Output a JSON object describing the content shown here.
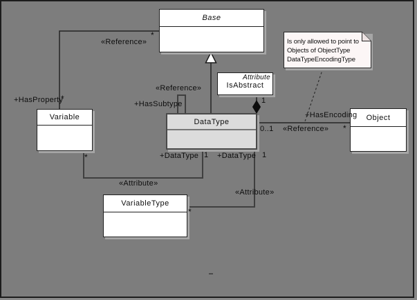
{
  "diagram": {
    "kind": "uml-class-diagram",
    "colors": {
      "background": "#7d7d7d",
      "class_fill": "#ffffff",
      "datatype_fill": "#dcdcdc",
      "note_fill": "#fcf6f6",
      "line": "#262626",
      "shadow": "#a6a6a6"
    }
  },
  "classes": {
    "base": {
      "name": "Base",
      "abstract": true
    },
    "variable": {
      "name": "Variable"
    },
    "datatype": {
      "name": "DataType"
    },
    "object": {
      "name": "Object"
    },
    "variabletype": {
      "name": "VariableType"
    },
    "isabstract": {
      "stereotype": "Attribute",
      "name": "IsAbstract"
    }
  },
  "note": {
    "line1": "Is only allowed to point to",
    "line2": "Objects of ObjectType",
    "line3": "DataTypeEncodingType"
  },
  "stereotypes": {
    "reference": "«Reference»",
    "attribute": "«Attribute»"
  },
  "roles": {
    "has_property": "+HasProperty",
    "has_subtype": "+HasSubtype",
    "has_encoding": "+HasEncoding",
    "data_type": "+DataType"
  },
  "multiplicities": {
    "many": "*",
    "one": "1",
    "zero_or_one": "0..1"
  },
  "relationships": [
    {
      "type": "association",
      "stereotype": "«Reference»",
      "role": "+HasProperty",
      "from": "Base",
      "to": "Variable",
      "from_multiplicity": "*",
      "to_multiplicity": "*"
    },
    {
      "type": "generalization",
      "from": "DataType",
      "to": "Base"
    },
    {
      "type": "association",
      "stereotype": "«Reference»",
      "role": "+HasSubtype",
      "from": "DataType",
      "to": "DataType"
    },
    {
      "type": "composition",
      "from": "DataType",
      "to": "IsAbstract",
      "to_multiplicity": "1"
    },
    {
      "type": "association",
      "stereotype": "«Reference»",
      "role": "+HasEncoding",
      "from": "DataType",
      "to": "Object",
      "from_multiplicity": "0..1",
      "to_multiplicity": "*"
    },
    {
      "type": "association",
      "stereotype": "«Attribute»",
      "role": "+DataType",
      "from": "Variable",
      "to": "DataType",
      "from_multiplicity": "*",
      "to_multiplicity": "1"
    },
    {
      "type": "association",
      "stereotype": "«Attribute»",
      "role": "+DataType",
      "from": "VariableType",
      "to": "DataType",
      "from_multiplicity": "*",
      "to_multiplicity": "1"
    }
  ]
}
